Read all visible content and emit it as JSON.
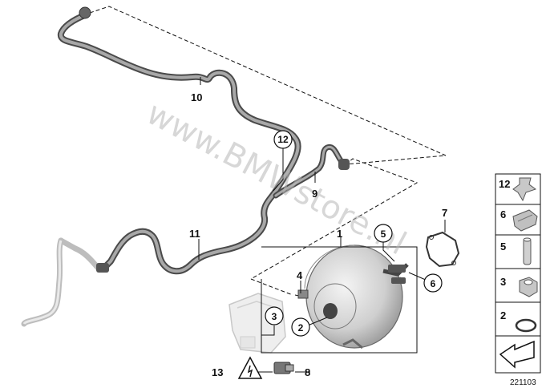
{
  "watermark": "www.BMWstore.nl",
  "diagram_id": "221103",
  "callouts": {
    "c1": "1",
    "c2": "2",
    "c3": "3",
    "c4": "4",
    "c5": "5",
    "c6": "6",
    "c7": "7",
    "c8": "8",
    "c9": "9",
    "c10": "10",
    "c11": "11",
    "c12": "12",
    "c13": "13"
  },
  "sidebar": {
    "items": [
      {
        "label": "12",
        "icon": "clip-icon"
      },
      {
        "label": "6",
        "icon": "bracket-icon"
      },
      {
        "label": "5",
        "icon": "pin-icon"
      },
      {
        "label": "3",
        "icon": "hex-nut-icon"
      },
      {
        "label": "2",
        "icon": "o-ring-icon"
      },
      {
        "label": "",
        "icon": "arrow-icon"
      }
    ]
  },
  "colors": {
    "line": "#111111",
    "part_fill": "#e6e6e6",
    "part_stroke": "#555555",
    "watermark": "#b8b8b8"
  }
}
